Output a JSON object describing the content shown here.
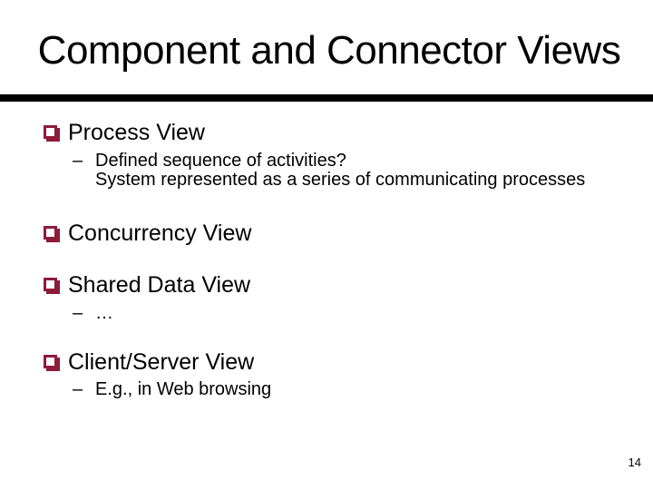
{
  "slide": {
    "title": "Component and Connector Views",
    "page_number": "14",
    "accent_color": "#8e1b3c",
    "rule_color": "#000000",
    "dash": "–",
    "items": [
      {
        "label": "Process View",
        "subs": [
          {
            "lines": [
              "Defined sequence of activities?",
              "System represented as a series of communicating processes"
            ]
          }
        ]
      },
      {
        "label": "Concurrency View",
        "subs": []
      },
      {
        "label": "Shared Data View",
        "subs": [
          {
            "lines": [
              "…"
            ]
          }
        ]
      },
      {
        "label": "Client/Server View",
        "subs": [
          {
            "lines": [
              "E.g., in Web browsing"
            ]
          }
        ]
      }
    ]
  }
}
